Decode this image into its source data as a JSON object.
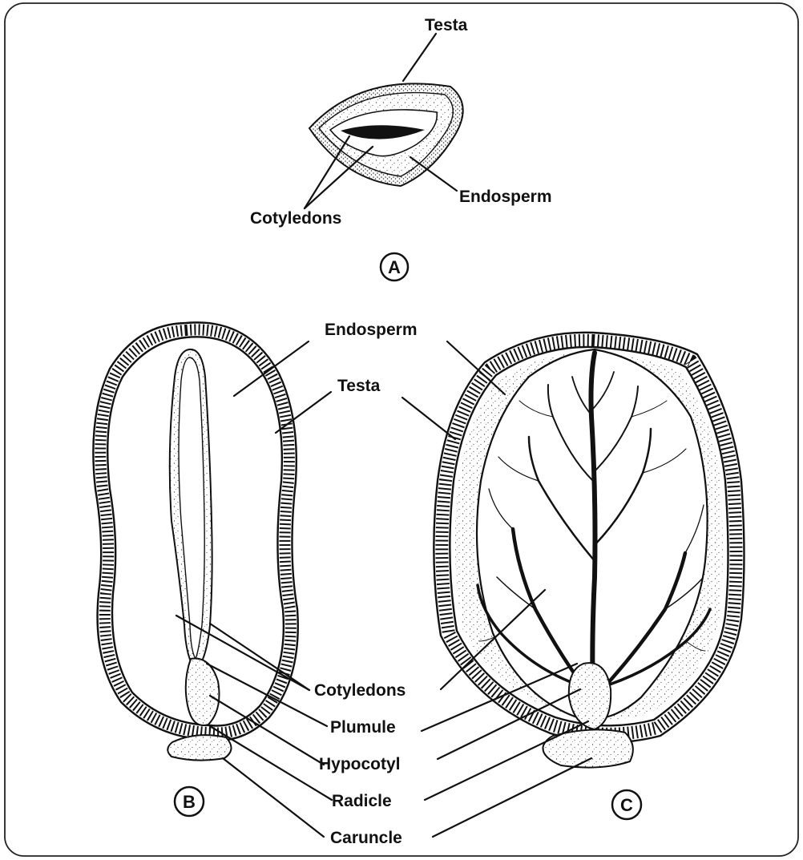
{
  "panels": {
    "a": {
      "letter": "A",
      "labels": {
        "testa": "Testa",
        "endosperm": "Endosperm",
        "cotyledons": "Cotyledons"
      }
    },
    "b": {
      "letter": "B"
    },
    "c": {
      "letter": "C"
    }
  },
  "shared_labels": {
    "endosperm": "Endosperm",
    "testa": "Testa",
    "cotyledons": "Cotyledons",
    "plumule": "Plumule",
    "hypocotyl": "Hypocotyl",
    "radicle": "Radicle",
    "caruncle": "Caruncle"
  },
  "colors": {
    "ink": "#111111",
    "paper": "#ffffff",
    "stipple": "#555555"
  }
}
